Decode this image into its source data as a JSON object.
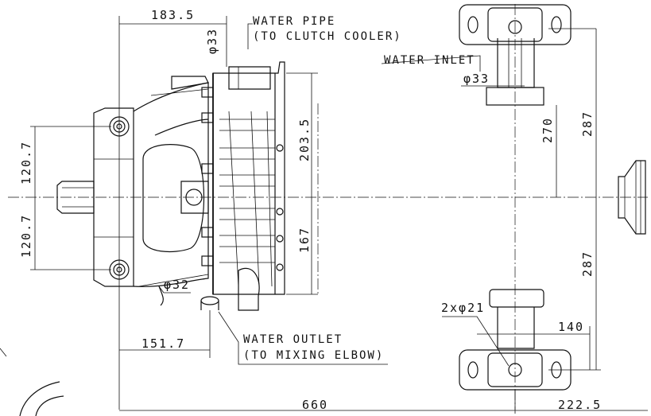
{
  "labels": {
    "water_pipe": "WATER PIPE",
    "to_clutch_cooler": "(TO CLUTCH COOLER)",
    "water_inlet": "WATER INLET",
    "water_outlet": "WATER OUTLET",
    "to_mixing_elbow": "(TO MIXING ELBOW)"
  },
  "dimensions": {
    "pipe_length": "183.5",
    "pipe_dia": "φ33",
    "inlet_dia": "φ33",
    "height_upper": "120.7",
    "height_lower": "120.7",
    "flange_upper": "203.5",
    "flange_lower": "167",
    "outlet_dia": "φ32",
    "outlet_offset": "151.7",
    "total_length": "660",
    "right_length": "222.5",
    "inlet_height": "270",
    "upper_287": "287",
    "lower_287": "287",
    "bolt_holes": "2xφ21",
    "flange_width": "140"
  }
}
